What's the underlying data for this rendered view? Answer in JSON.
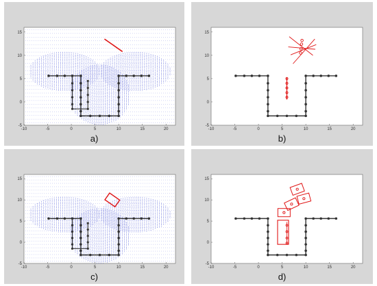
{
  "figure": {
    "panels": [
      {
        "id": "a",
        "caption": "a)",
        "field": true,
        "robot": "line"
      },
      {
        "id": "b",
        "caption": "b)",
        "field": false,
        "robot": "line-trace"
      },
      {
        "id": "c",
        "caption": "c)",
        "field": true,
        "robot": "box"
      },
      {
        "id": "d",
        "caption": "d)",
        "field": false,
        "robot": "box-trace"
      }
    ],
    "axes": {
      "xlim": [
        -10,
        22
      ],
      "ylim": [
        -5,
        16
      ],
      "xticks": [
        "-10",
        "-5",
        "0",
        "5",
        "10",
        "15",
        "20"
      ],
      "yticks": [
        "15",
        "10",
        "5",
        "0",
        "-5"
      ]
    },
    "colors": {
      "panel_bg": "#d7d7d7",
      "plot_bg": "#ffffff",
      "field": "#5b66d9",
      "obstacle": "#333333",
      "robot": "#e01515"
    }
  }
}
